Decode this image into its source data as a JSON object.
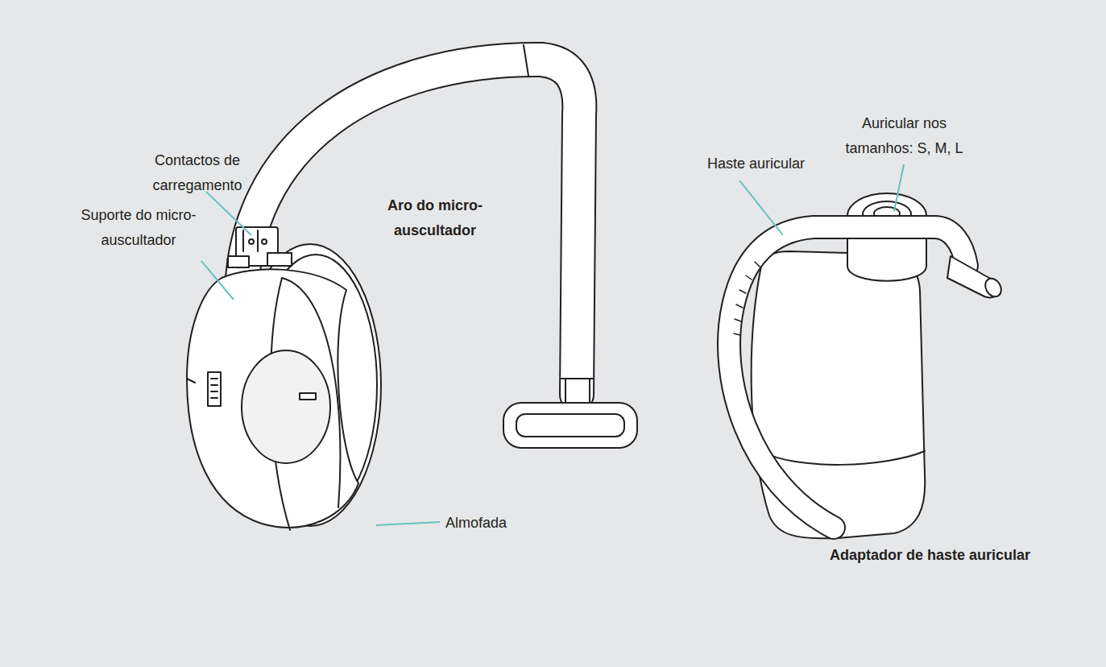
{
  "diagram": {
    "labels": [
      "Aro do micro-auscultador",
      "Contactos de carregamento",
      "Suporte do micro-auscultador",
      "Almofada",
      "Haste auricular",
      "Auricular nos tamanhos: S, M, L",
      "Adaptador de haste auricular"
    ]
  }
}
